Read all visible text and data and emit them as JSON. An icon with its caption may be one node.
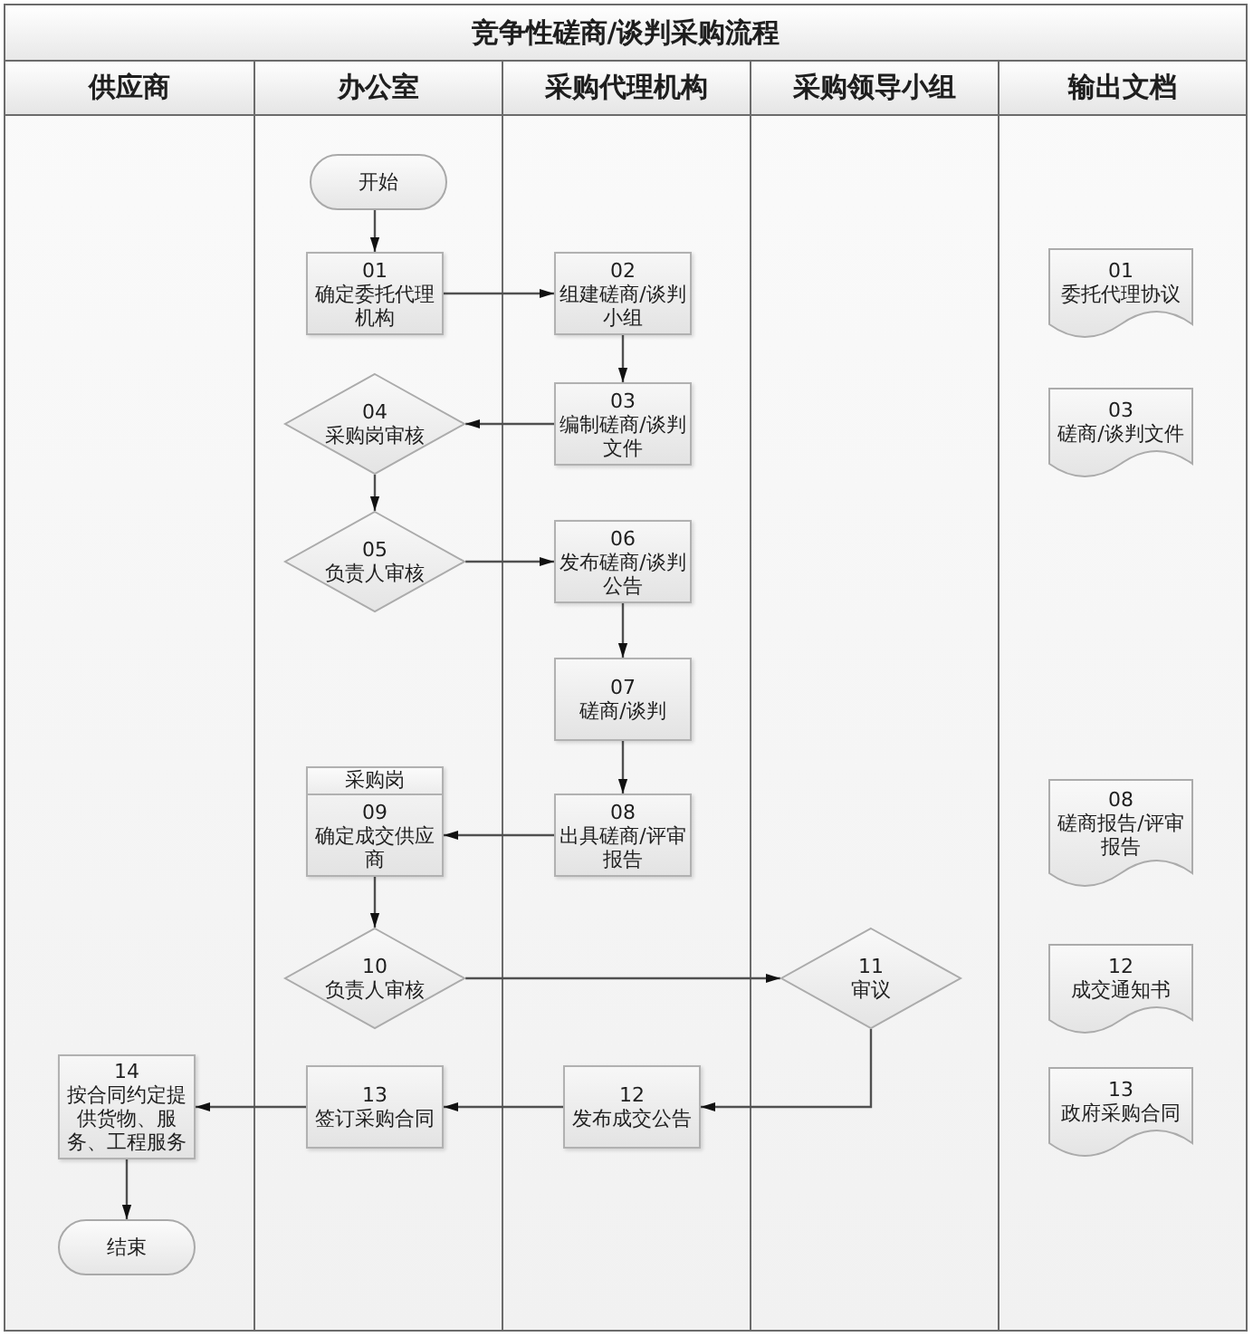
{
  "diagram": {
    "title": "竞争性磋商/谈判采购流程",
    "nodes": [
      {
        "text": [
          "供应商"
        ]
      },
      {
        "text": [
          "办公室"
        ]
      },
      {
        "text": [
          "采购代理机构"
        ]
      },
      {
        "text": [
          "采购领导小组"
        ]
      },
      {
        "text": [
          "输出文档"
        ]
      },
      {
        "text": [
          "开始"
        ],
        "in": 1
      },
      {
        "text": [
          "01",
          "确定委托代理机构"
        ],
        "in": 1
      },
      {
        "text": [
          "02",
          "组建磋商/谈判小组"
        ],
        "in": 2
      },
      {
        "text": [
          "01",
          "委托代理协议"
        ],
        "in": 4
      },
      {
        "text": [
          "04",
          "采购岗审核"
        ],
        "in": 1
      },
      {
        "text": [
          "03",
          "编制磋商/谈判文件"
        ],
        "in": 2
      },
      {
        "text": [
          "03",
          "磋商/谈判文件"
        ],
        "in": 4
      },
      {
        "text": [
          "05",
          "负责人审核"
        ],
        "in": 1
      },
      {
        "text": [
          "06",
          "发布磋商/谈判公告"
        ],
        "in": 2
      },
      {
        "text": [
          "07",
          "磋商/谈判"
        ],
        "in": 2
      },
      {
        "text": [
          "采购岗",
          "09",
          "确定成交供应商"
        ],
        "in": 1
      },
      {
        "text": [
          "08",
          "出具磋商/评审报告"
        ],
        "in": 2
      },
      {
        "text": [
          "08",
          "磋商报告/评审报告"
        ],
        "in": 4
      },
      {
        "text": [
          "10",
          "负责人审核"
        ],
        "in": 1
      },
      {
        "text": [
          "11",
          "审议"
        ],
        "in": 3
      },
      {
        "text": [
          "12",
          "成交通知书"
        ],
        "in": 4
      },
      {
        "text": [
          "14",
          "按合同约定提供货物、服务、工程服务"
        ],
        "in": 0
      },
      {
        "text": [
          "13",
          "签订采购合同"
        ],
        "in": 1
      },
      {
        "text": [
          "12",
          "发布成交公告"
        ],
        "in": 2
      },
      {
        "text": [
          "13",
          "政府采购合同"
        ],
        "in": 4
      },
      {
        "text": [
          "结束"
        ],
        "in": 0
      }
    ],
    "edges": [
      {
        "from": 5,
        "to": 6,
        "arrow": "to"
      },
      {
        "from": 6,
        "to": 7,
        "arrow": "to"
      },
      {
        "from": 7,
        "to": 10,
        "arrow": "to"
      },
      {
        "from": 10,
        "to": 9,
        "arrow": "to"
      },
      {
        "from": 9,
        "to": 12,
        "arrow": "to"
      },
      {
        "from": 12,
        "to": 13,
        "arrow": "to"
      },
      {
        "from": 13,
        "to": 14,
        "arrow": "to"
      },
      {
        "from": 14,
        "to": 16,
        "arrow": "to"
      },
      {
        "from": 16,
        "to": 15,
        "arrow": "to"
      },
      {
        "from": 15,
        "to": 18,
        "arrow": "to"
      },
      {
        "from": 18,
        "to": 19,
        "arrow": "to"
      },
      {
        "from": 19,
        "to": 23,
        "arrow": "to"
      },
      {
        "from": 23,
        "to": 22,
        "arrow": "to"
      },
      {
        "from": 22,
        "to": 21,
        "arrow": "to"
      },
      {
        "from": 21,
        "to": 25,
        "arrow": "to"
      }
    ]
  }
}
